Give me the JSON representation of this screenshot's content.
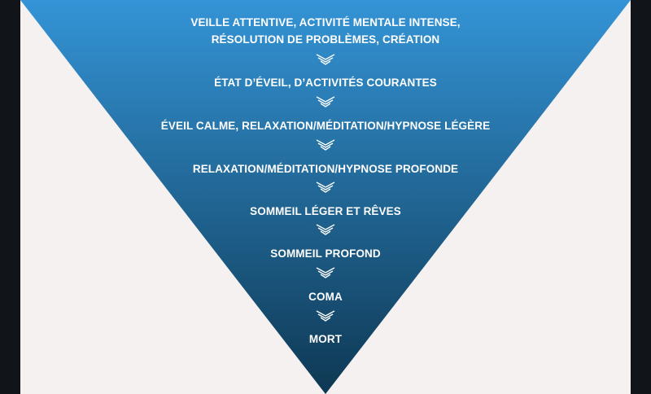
{
  "colors": {
    "top": "#3494d6",
    "bottom": "#0e3853",
    "background": "#f5f1f0",
    "frame": "#111519"
  },
  "levels": [
    {
      "lines": [
        "VEILLE ATTENTIVE, ACTIVITÉ MENTALE INTENSE,",
        "RÉSOLUTION DE PROBLÈMES, CRÉATION"
      ]
    },
    {
      "lines": [
        "ÉTAT D’ÉVEIL, D’ACTIVITÉS COURANTES"
      ]
    },
    {
      "lines": [
        "ÉVEIL CALME, RELAXATION/MÉDITATION/HYPNOSE LÉGÈRE"
      ]
    },
    {
      "lines": [
        "RELAXATION/MÉDITATION/HYPNOSE PROFONDE"
      ]
    },
    {
      "lines": [
        "SOMMEIL LÉGER ET RÊVES"
      ]
    },
    {
      "lines": [
        "SOMMEIL PROFOND"
      ]
    },
    {
      "lines": [
        "COMA"
      ]
    },
    {
      "lines": [
        "MORT"
      ]
    }
  ]
}
